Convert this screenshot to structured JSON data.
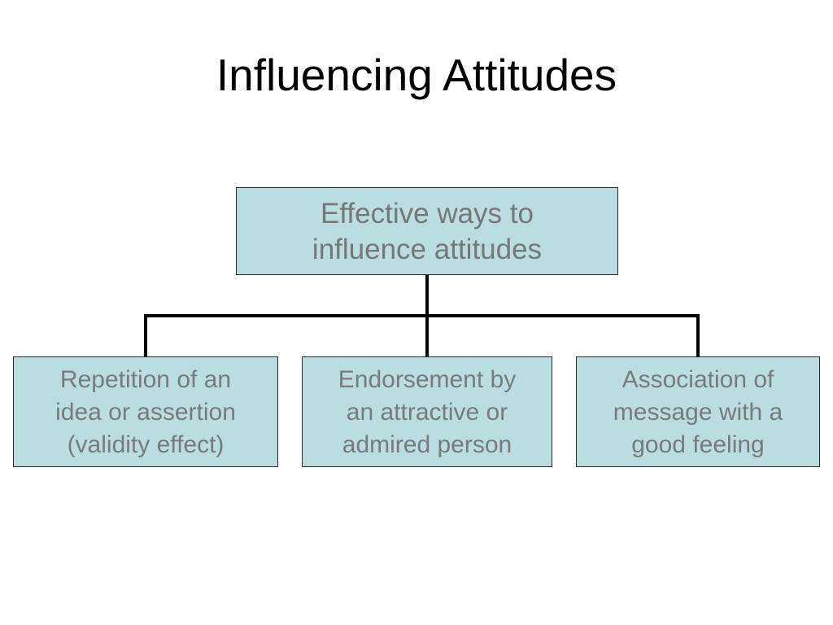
{
  "slide": {
    "title": "Influencing Attitudes"
  },
  "diagram": {
    "root": {
      "text": "Effective ways to\ninfluence attitudes"
    },
    "children": [
      {
        "text": "Repetition of an\nidea or assertion\n(validity effect)"
      },
      {
        "text": "Endorsement by\nan attractive or\nadmired person"
      },
      {
        "text": "Association of\nmessage with a\ngood feeling"
      }
    ]
  },
  "colors": {
    "box_fill": "#b9dde1",
    "box_text": "#7a7a7a",
    "connector": "#000000"
  }
}
